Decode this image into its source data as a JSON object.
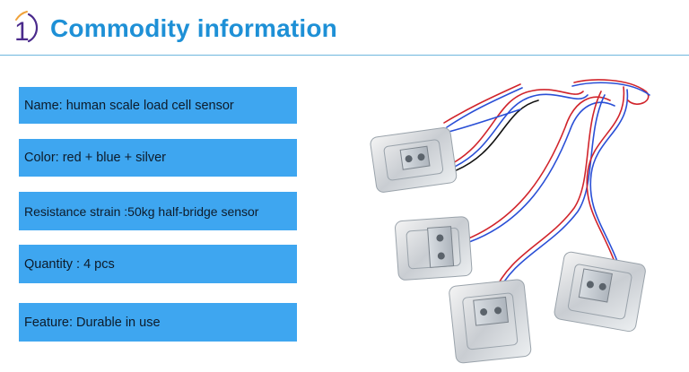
{
  "header": {
    "step_number": "1",
    "title": "Commodity information"
  },
  "info": [
    "Name: human scale load cell sensor",
    "Color: red + blue + silver",
    "Resistance strain :50kg half-bridge sensor",
    "Quantity : 4 pcs",
    "Feature: Durable in use"
  ],
  "colors": {
    "accent": "#1e90d6",
    "box_background": "#3ea6f0",
    "divider": "#6fb7de",
    "numeral_purple": "#4a2a8c",
    "numeral_orange": "#f0a23a"
  },
  "image": {
    "icon": "load-cell-sensors-photo"
  }
}
